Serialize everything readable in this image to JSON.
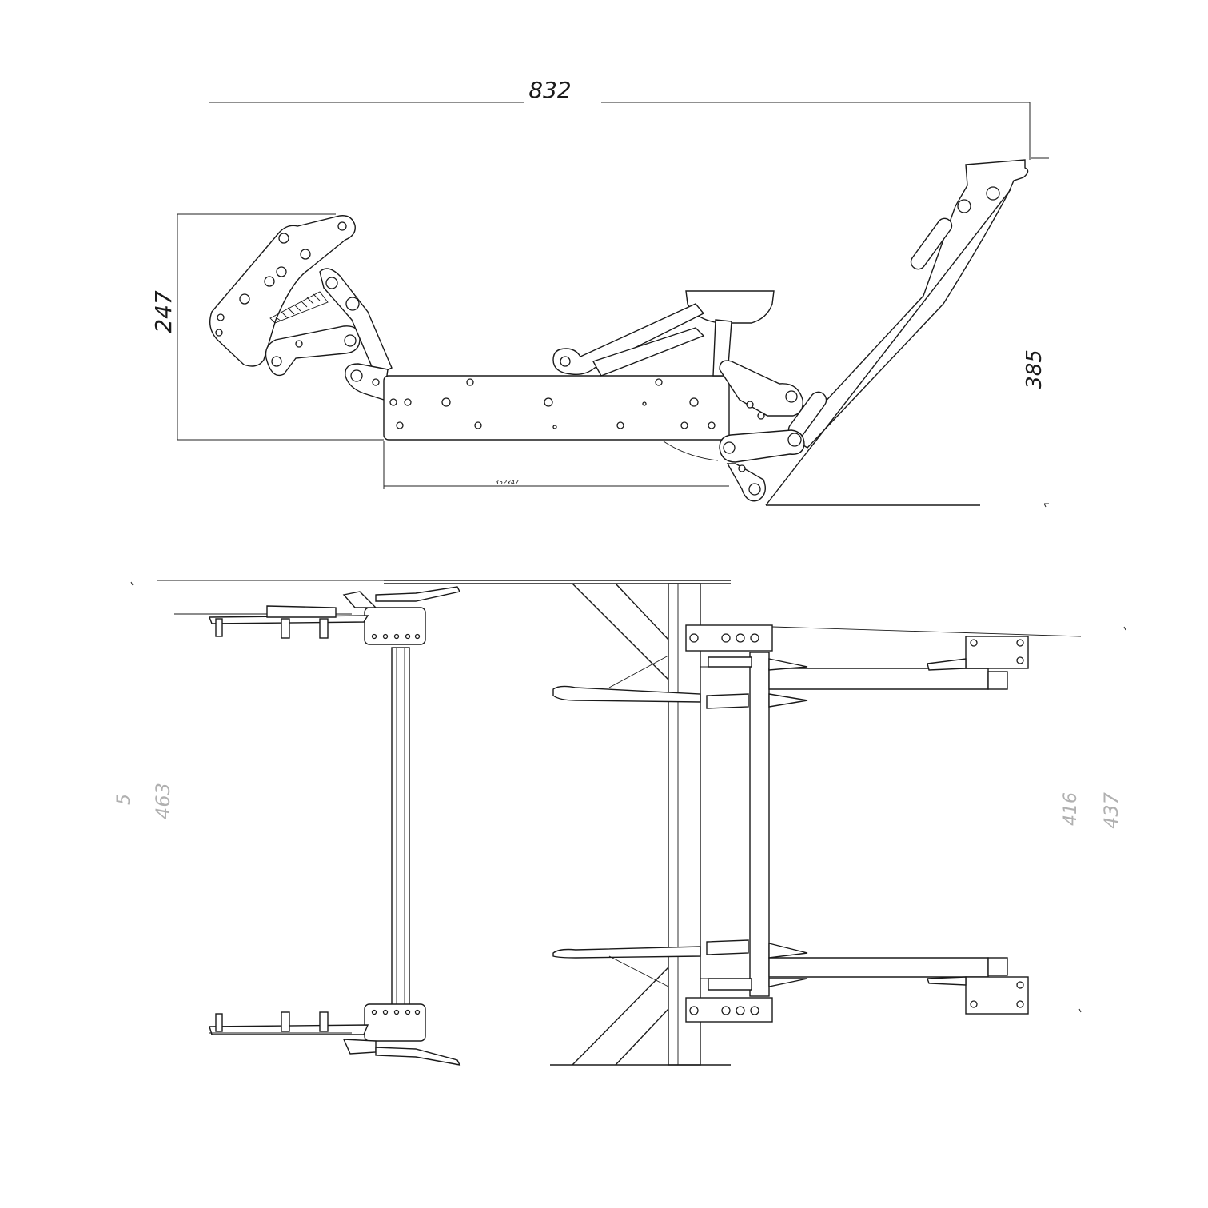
{
  "dimensions": {
    "overall_width": "832",
    "side_height": "247",
    "right_height": "385",
    "base_length": "352x47",
    "left_width_faint": "5",
    "left_width": "463",
    "right_width_faint": "416",
    "right_width": "437"
  },
  "colors": {
    "line": "#1a1a1a",
    "faint": "#b0b0b0",
    "background": "#ffffff"
  }
}
